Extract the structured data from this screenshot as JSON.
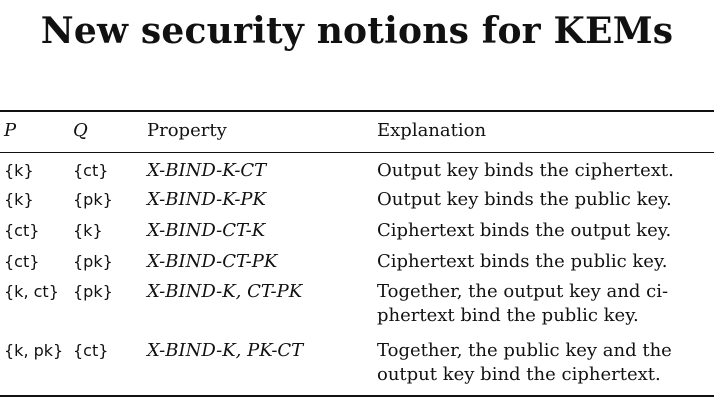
{
  "title": "New security notions for KEMs",
  "table": {
    "headers": {
      "p": "P",
      "q": "Q",
      "property": "Property",
      "explanation": "Explanation"
    },
    "rows": [
      {
        "p": "{k}",
        "q": "{ct}",
        "property": "X-BIND-K-CT",
        "explanation": [
          "Output key binds the ciphertext."
        ]
      },
      {
        "p": "{k}",
        "q": "{pk}",
        "property": "X-BIND-K-PK",
        "explanation": [
          "Output key binds the public key."
        ]
      },
      {
        "p": "{ct}",
        "q": "{k}",
        "property": "X-BIND-CT-K",
        "explanation": [
          "Ciphertext binds the output key."
        ]
      },
      {
        "p": "{ct}",
        "q": "{pk}",
        "property": "X-BIND-CT-PK",
        "explanation": [
          "Ciphertext binds the public key."
        ]
      },
      {
        "p": "{k, ct}",
        "q": "{pk}",
        "property": "X-BIND-K, CT-PK",
        "explanation": [
          "Together, the output key and ci-",
          "phertext bind the public key."
        ]
      },
      {
        "p": "{k, pk}",
        "q": "{ct}",
        "property": "X-BIND-K, PK-CT",
        "explanation": [
          "Together, the public key and the",
          "output key bind the ciphertext."
        ]
      }
    ]
  }
}
